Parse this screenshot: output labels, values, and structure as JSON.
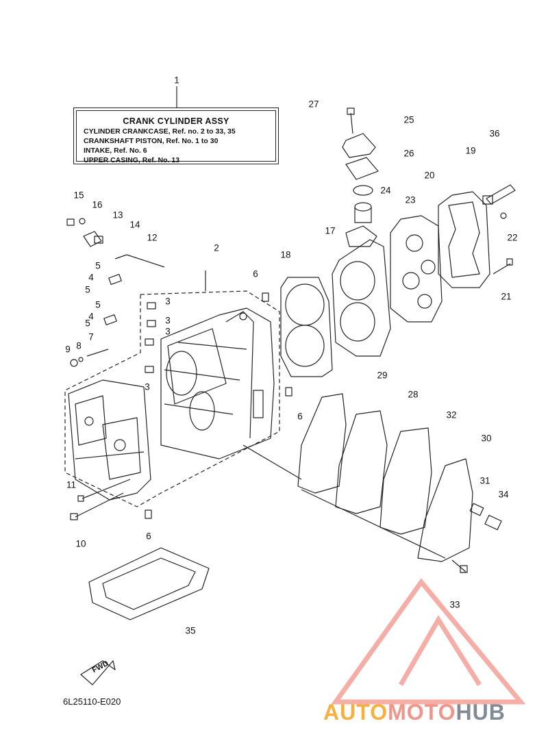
{
  "legend": {
    "title": "CRANK  CYLINDER  ASSY",
    "lines": [
      "CYLINDER  CRANKCASE,   Ref.  no. 2  to  33,  35",
      "CRANKSHAFT  PISTON,   Ref. No.  1  to  30",
      "INTAKE,   Ref.  No.  6",
      "UPPER  CASING,   Ref.  No.  13"
    ]
  },
  "callouts": [
    "1",
    "2",
    "3",
    "3",
    "3",
    "3",
    "4",
    "4",
    "5",
    "5",
    "5",
    "5",
    "6",
    "6",
    "6",
    "7",
    "8",
    "9",
    "10",
    "11",
    "12",
    "13",
    "14",
    "15",
    "16",
    "17",
    "18",
    "19",
    "20",
    "21",
    "22",
    "23",
    "24",
    "25",
    "26",
    "27",
    "28",
    "29",
    "30",
    "31",
    "32",
    "33",
    "34",
    "35",
    "36"
  ],
  "fwd_label": "FWD",
  "diagram_code": "6L25110-E020",
  "watermark": {
    "segments": [
      "AUTO",
      "MOTO",
      "HUB"
    ],
    "colors": [
      "#f5b041",
      "#f1948a",
      "#808b96"
    ],
    "logo_color": "#f1948a"
  }
}
